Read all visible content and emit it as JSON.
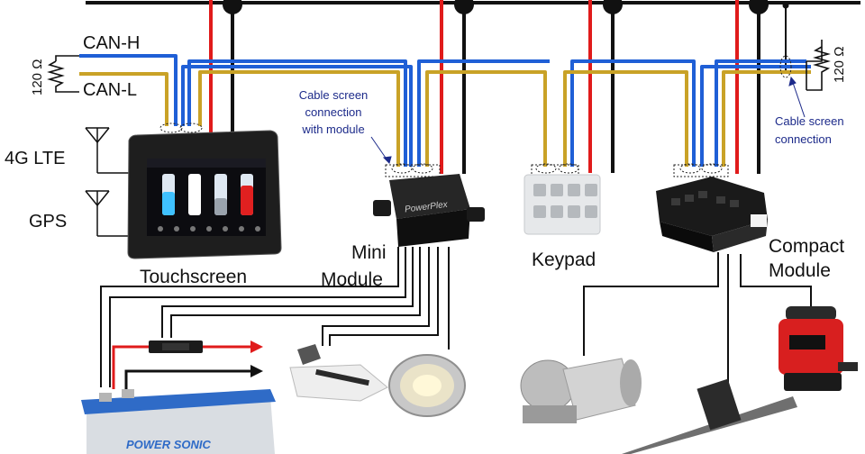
{
  "labels": {
    "can_h": "CAN-H",
    "can_l": "CAN-L",
    "res_left": "120 Ω",
    "res_right": "120 Ω",
    "lte": "4G LTE",
    "gps": "GPS",
    "touchscreen": "Touchscreen",
    "mini_module_1": "Mini",
    "mini_module_2": "Module",
    "keypad": "Keypad",
    "compact_module_1": "Compact",
    "compact_module_2": "Module",
    "screen_note_left_1": "Cable screen",
    "screen_note_left_2": "connection",
    "screen_note_left_3": "with module",
    "screen_note_right_1": "Cable screen",
    "screen_note_right_2": "connection",
    "device_brand": "PowerPlex",
    "battery_brand": "POWER SONIC"
  },
  "colors": {
    "can_h": "#1f5fd6",
    "can_l": "#c9a227",
    "positive": "#e01b1b",
    "negative": "#111111",
    "annotation": "#1c2a8a"
  }
}
